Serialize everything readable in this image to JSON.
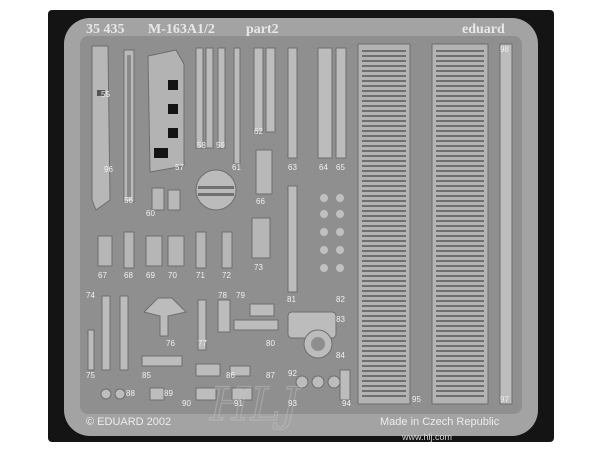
{
  "header": {
    "code": "35 435",
    "model": "M-163A1/2",
    "part": "part2",
    "brand": "eduard"
  },
  "footer": {
    "copyright": "© EDUARD 2002",
    "origin": "Made in Czech Republic"
  },
  "watermark": {
    "url": "www.hlj.com"
  },
  "part_numbers": [
    "55",
    "56",
    "57",
    "58",
    "59",
    "60",
    "61",
    "62",
    "63",
    "64",
    "65",
    "66",
    "67",
    "68",
    "69",
    "70",
    "71",
    "72",
    "73",
    "74",
    "75",
    "76",
    "77",
    "78",
    "79",
    "80",
    "81",
    "82",
    "83",
    "84",
    "85",
    "86",
    "87",
    "88",
    "89",
    "90",
    "91",
    "92",
    "93",
    "94",
    "95",
    "96",
    "97",
    "98"
  ],
  "colors": {
    "fret_dark": "#141414",
    "brass_grey": "#a6a6a6",
    "part_light": "#b8b8b8",
    "edge": "#6e6e6e"
  }
}
